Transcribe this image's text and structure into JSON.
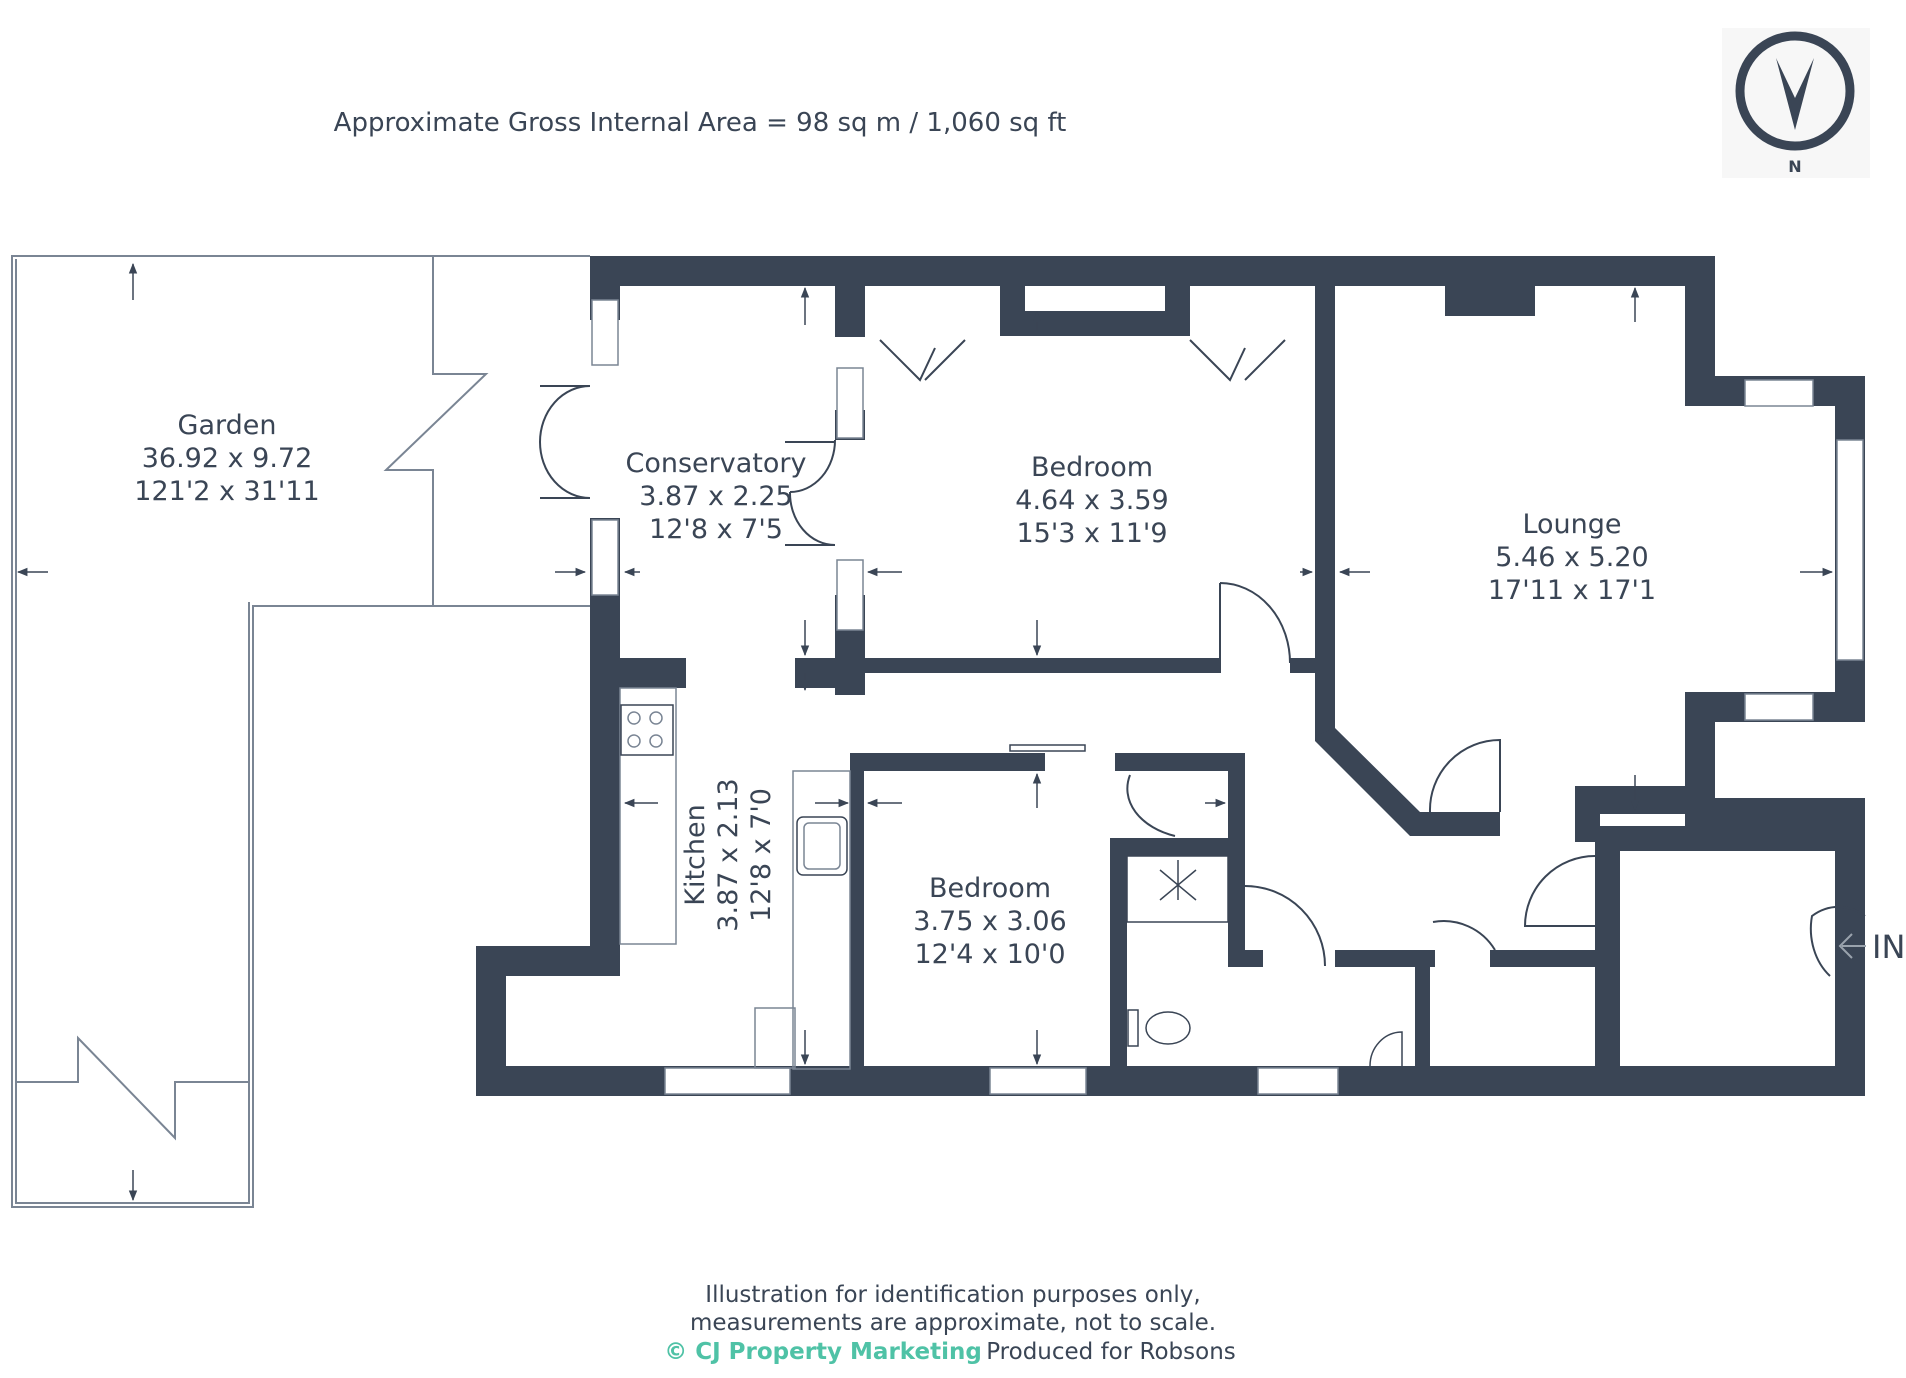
{
  "header": {
    "area_text": "Approximate Gross Internal Area = 98 sq m / 1,060 sq ft"
  },
  "compass": {
    "label": "N"
  },
  "rooms": {
    "garden": {
      "name": "Garden",
      "metric": "36.92 x 9.72",
      "imperial": "121'2 x 31'11"
    },
    "conservatory": {
      "name": "Conservatory",
      "metric": "3.87 x 2.25",
      "imperial": "12'8 x 7'5"
    },
    "bedroom1": {
      "name": "Bedroom",
      "metric": "4.64 x 3.59",
      "imperial": "15'3 x 11'9"
    },
    "lounge": {
      "name": "Lounge",
      "metric": "5.46 x 5.20",
      "imperial": "17'11 x 17'1"
    },
    "kitchen": {
      "name": "Kitchen",
      "metric": "3.87 x 2.13",
      "imperial": "12'8 x 7'0"
    },
    "bedroom2": {
      "name": "Bedroom",
      "metric": "3.75 x 3.06",
      "imperial": "12'4 x 10'0"
    }
  },
  "entrance": {
    "label": "IN"
  },
  "footer": {
    "line1": "Illustration for identification purposes only,",
    "line2": "measurements are approximate, not to scale.",
    "brand": "© CJ Property Marketing",
    "produced": "Produced for Robsons"
  },
  "colors": {
    "wall": "#3a4555",
    "brand": "#4fc2a6",
    "line": "#7a8594"
  }
}
